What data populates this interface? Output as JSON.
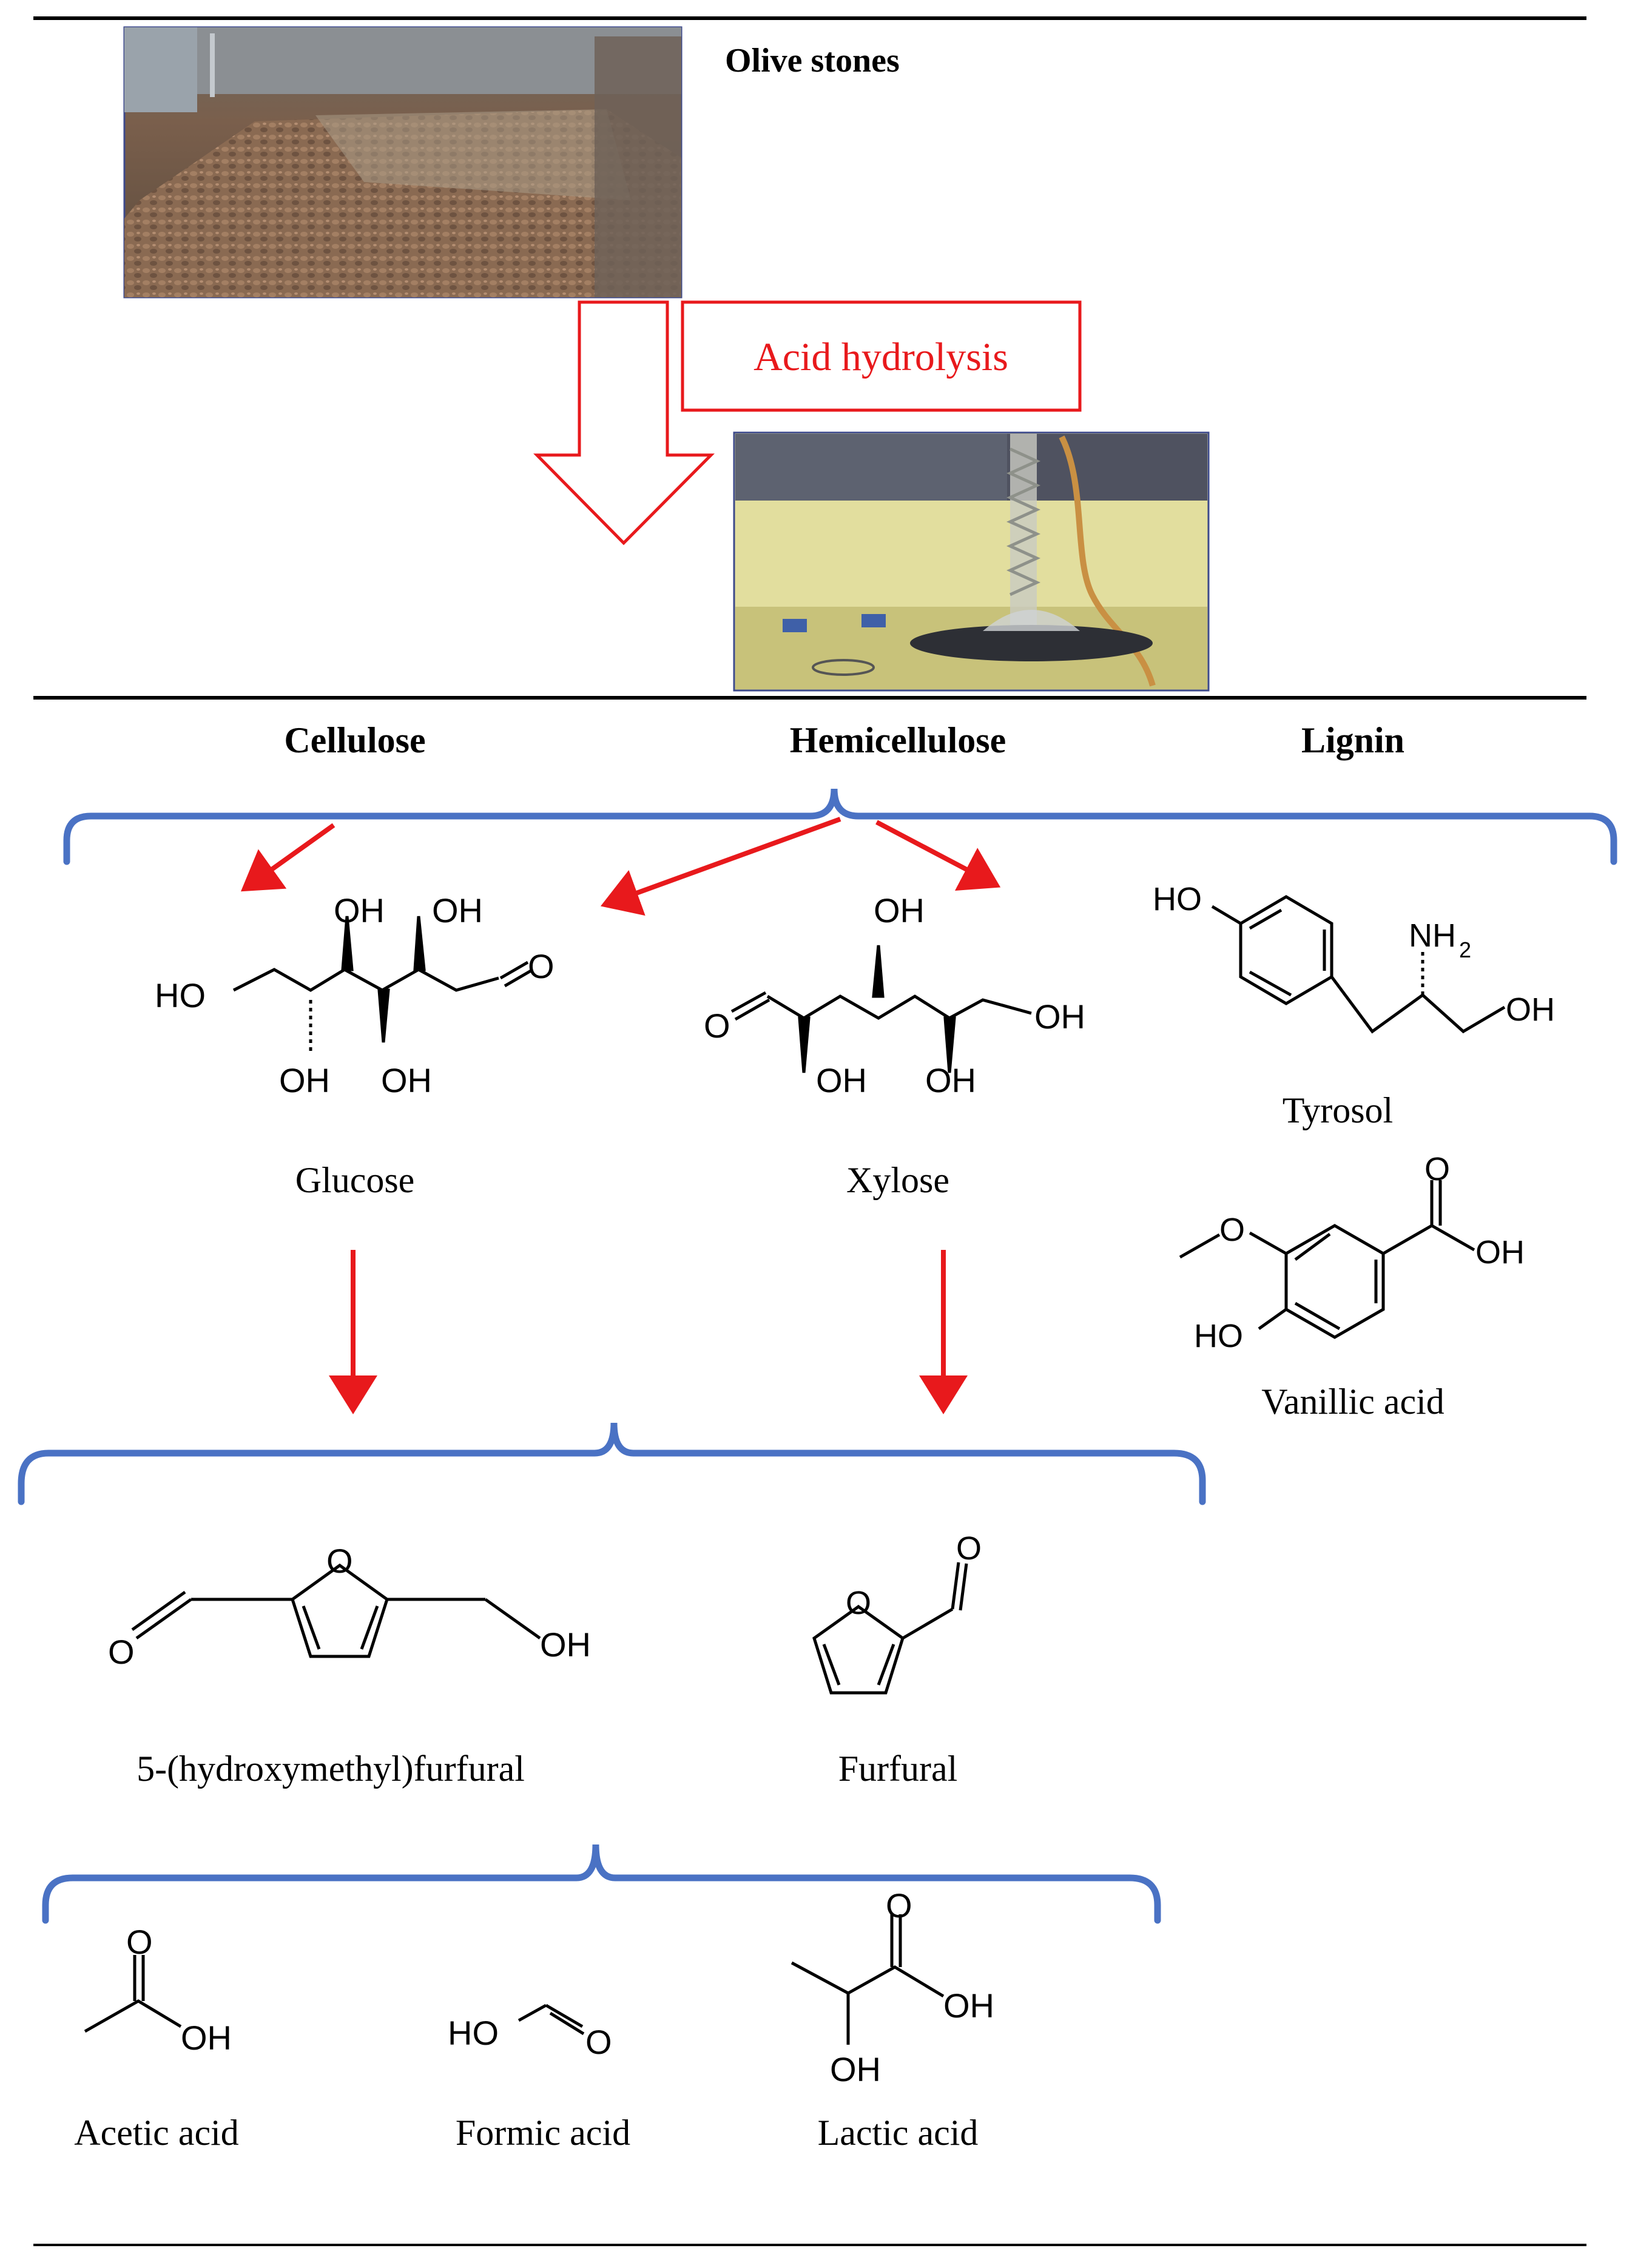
{
  "header": {
    "source": "Olive stones",
    "process": "Acid hydrolysis"
  },
  "fractions": {
    "cellulose": "Cellulose",
    "hemicellulose": "Hemicellulose",
    "lignin": "Lignin"
  },
  "sugars": {
    "glucose": "Glucose",
    "xylose": "Xylose"
  },
  "lignin_products": {
    "tyrosol": "Tyrosol",
    "vanillic": "Vanillic acid"
  },
  "furans": {
    "hmf": "5-(hydroxymethyl)furfural",
    "furfural": "Furfural"
  },
  "acids": {
    "acetic": "Acetic acid",
    "formic": "Formic acid",
    "lactic": "Lactic acid"
  },
  "atoms": {
    "oh": "OH",
    "ho": "HO",
    "o": "O",
    "nh2": "NH",
    "sub2": "2"
  },
  "colors": {
    "arrow": "#e8191c",
    "brace": "#4a72c4",
    "rule": "#000000"
  }
}
